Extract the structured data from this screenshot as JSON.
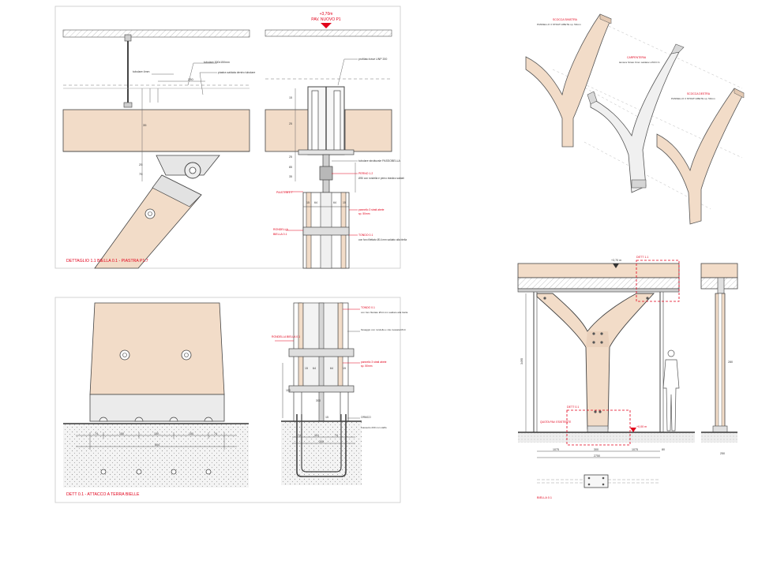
{
  "panel_tl": {
    "caption": "DETTAGLIO 1.1     BIELLA 0.1 - PIASTRA P1.7",
    "labels": {
      "tubolare": "tubolare 300x150mm",
      "piastra": "piastra saldata dentro tubolare",
      "tabs": "tubolare 4mm",
      "dim250": "250",
      "dim35": "35",
      "dim25": "25",
      "dim75": "75"
    }
  },
  "panel_tr": {
    "level_value": "+3,70m",
    "level_label": "PAV. NUOVO P1",
    "labels": {
      "unp": "profilato trave UNP 200",
      "tub": "tubolare strutturale PASSOBELLA",
      "perno": "PERNO 1.2",
      "perno_desc": "Ø30 con rondella e perno elastico saldati",
      "piastra": "PIASTRA 1.7",
      "pannello": "pannello 3 strati abete",
      "pannello2": "sp. 50mm",
      "rondella": "RONDELLA",
      "biella": "BIELLA 0.1",
      "tondo": "TONDO 0.1",
      "tondo_desc": "con foro filettato Ø14 mm saldato alla biella",
      "dims": [
        "15",
        "25",
        "25",
        "85",
        "35",
        "15",
        "64",
        "64",
        "15"
      ]
    }
  },
  "panel_bl": {
    "caption": "DETT 0.1 - ATTACCO A TERRA BIELLE",
    "dims": [
      "74",
      "150",
      "150",
      "150",
      "74",
      "604"
    ]
  },
  "panel_br": {
    "labels": {
      "rondella": "RONDELLA BIELLA 0.1",
      "tondo": "TONDO 0.1",
      "tondo_desc": "con foro filettato Ø14 mm saldato alla biella",
      "fissaggio": "fissaggio con rondella e vite svasata M14",
      "pannello": "pannello 3 strati abete",
      "pannello2": "sp. 50mm",
      "cemento": "ORMCO",
      "massetto": "massetto 200 con staffe",
      "dims": [
        "15",
        "64",
        "64",
        "15",
        "100",
        "300",
        "15",
        "74",
        "110",
        "74",
        "300"
      ]
    }
  },
  "panel_iso": {
    "labels": {
      "left_title": "SCOCCA SINISTRA",
      "left_desc": "PANNELLO 3 STRATI ABETE   sp. 50mm",
      "center_title": "CARPENTERIA",
      "center_desc": "lamiera Strato 6mm saldata L150 h=1",
      "right_title": "SCOCCA DESTRA",
      "right_desc": "PANNELLO 3 STRATI ABETE   sp. 50mm"
    }
  },
  "panel_elev": {
    "level_top": "+3,70 m",
    "detail_top": "DETT 1.1",
    "detail_bottom": "DETT 0.1",
    "quota_label": "QUOTA PAV. ESISTENTE",
    "level_bottom": "+0,00 m",
    "biella_label": "BIELLA 0.1",
    "dims_h": [
      "1075",
      "300",
      "1075",
      "80"
    ],
    "dim_total": "2750",
    "dim_v": "3495",
    "side_dims": [
      "250",
      "280"
    ]
  },
  "colors": {
    "wood": "#f2dcc8",
    "line": "#2b2b2b",
    "red": "#e2001a",
    "grey": "#8a8a8a"
  }
}
